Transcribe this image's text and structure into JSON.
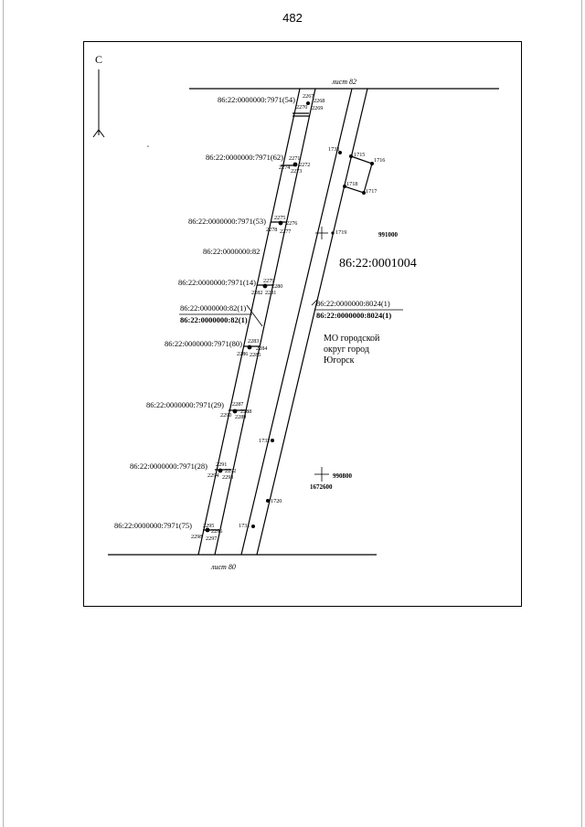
{
  "page": {
    "number": "482"
  },
  "compass": {
    "north_label": "С"
  },
  "sheets": {
    "top": "лист 82",
    "bottom": "лист 80"
  },
  "quarter": {
    "number": "86:22:0001004",
    "municipality": [
      "МО городской",
      "округ город",
      "Югорск"
    ]
  },
  "parcels": [
    {
      "number": "86:22:0000000:7971(54)",
      "points": [
        "2267",
        "2268",
        "2270",
        "2269"
      ]
    },
    {
      "number": "86:22:0000000:7971(62)",
      "points": [
        "2271",
        "2274",
        "2272",
        "2273"
      ]
    },
    {
      "number": "86:22:0000000:7971(53)",
      "points": [
        "2275",
        "2278",
        "2276",
        "2277"
      ]
    },
    {
      "number": "86:22:0000000:82",
      "points": []
    },
    {
      "number": "86:22:0000000:7971(14)",
      "points": [
        "2279",
        "2280",
        "2282",
        "2281"
      ]
    },
    {
      "number": "86:22:0000000:7971(80)",
      "points": [
        "2283",
        "2284",
        "2286",
        "2285"
      ]
    },
    {
      "number": "86:22:0000000:7971(29)",
      "points": [
        "2287",
        "2288",
        "2290",
        "2289"
      ]
    },
    {
      "number": "86:22:0000000:7971(28)",
      "points": [
        "2291",
        "2292",
        "2294",
        "2293"
      ]
    },
    {
      "number": "86:22:0000000:7971(75)",
      "points": [
        "2295",
        "2296",
        "2298",
        "2297"
      ]
    }
  ],
  "callouts": {
    "left_over": "86:22:0000000:82(1)",
    "left_under": "86:22:0000000:82(1)",
    "right_over": "86:22:0000000:8024(1)",
    "right_under": "86:22:0000000:8024(1)"
  },
  "boundary_points": [
    "1733",
    "1715",
    "1716",
    "1718",
    "1717",
    "1719",
    "1732",
    "1720",
    "1731"
  ],
  "grid": {
    "upper_x": "991000",
    "lower_x": "990800",
    "lower_y": "1672600"
  }
}
